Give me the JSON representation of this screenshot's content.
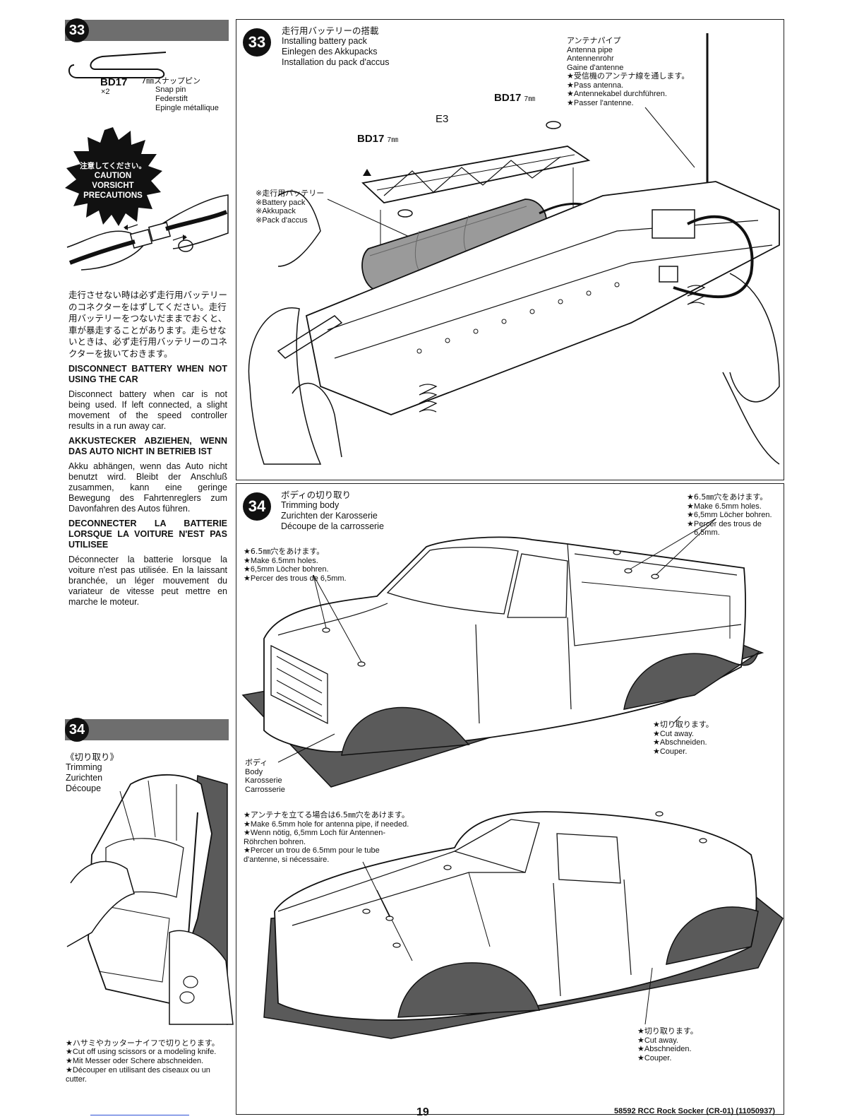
{
  "sidebar": {
    "step33": {
      "number": "33",
      "part": {
        "code": "BD17",
        "qty": "×2",
        "name_jp": "7㎜スナップピン",
        "name_en": "Snap pin",
        "name_de": "Federstift",
        "name_fr": "Epingle métallique"
      },
      "caution_badge": {
        "jp": "注意してください。",
        "en": "CAUTION",
        "de": "VORSICHT",
        "fr": "PRECAUTIONS"
      },
      "jp_text": "走行させない時は必ず走行用バッテリーのコネクターをはずしてください。走行用バッテリーをつないだままでおくと、車が暴走することがあります。走らせないときは、必ず走行用バッテリーのコネクターを抜いておきます。",
      "en_heading": "DISCONNECT BATTERY WHEN NOT USING THE CAR",
      "en_text": "Disconnect battery when car is not being used. If left connected, a slight movement of the speed controller results in a run away car.",
      "de_heading": "AKKUSTECKER ABZIEHEN, WENN DAS AUTO NICHT IN BETRIEB IST",
      "de_text": "Akku abhängen, wenn das Auto nicht benutzt wird. Bleibt der Anschluß zusammen, kann eine geringe Bewegung des Fahrtenreglers zum Davonfahren des Autos führen.",
      "fr_heading": "DECONNECTER LA BATTERIE LORSQUE LA VOITURE N'EST PAS UTILISEE",
      "fr_text": "Déconnecter la batterie lorsque la voiture n'est pas utilisée. En la laissant branchée, un léger mouvement du variateur de vitesse peut mettre en marche le moteur."
    },
    "step34": {
      "number": "34",
      "title_jp": "《切り取り》",
      "title_en": "Trimming",
      "title_de": "Zurichten",
      "title_fr": "Découpe",
      "note_jp": "★ハサミやカッターナイフで切りとります。",
      "note_en": "★Cut off using scissors or a modeling knife.",
      "note_de": "★Mit Messer oder Schere abschneiden.",
      "note_fr": "★Découper en utilisant des ciseaux ou un cutter."
    }
  },
  "panel33": {
    "number": "33",
    "title_jp": "走行用バッテリーの搭載",
    "title_en": "Installing battery pack",
    "title_de": "Einlegen des Akkupacks",
    "title_fr": "Installation du pack d'accus",
    "antenna": {
      "jp": "アンテナパイプ",
      "en": "Antenna pipe",
      "de": "Antennenrohr",
      "fr": "Gaine d'antenne",
      "note_jp": "★受信機のアンテナ線を通します。",
      "note_en": "★Pass antenna.",
      "note_de": "★Antennekabel durchführen.",
      "note_fr": "★Passer l'antenne."
    },
    "part_bd17_right": "BD17",
    "part_bd17_left": "BD17",
    "part_size": "7㎜",
    "part_e3": "E3",
    "battery": {
      "jp": "※走行用バッテリー",
      "en": "※Battery pack",
      "de": "※Akkupack",
      "fr": "※Pack d'accus"
    }
  },
  "panel34": {
    "number": "34",
    "title_jp": "ボディの切り取り",
    "title_en": "Trimming body",
    "title_de": "Zurichten der Karosserie",
    "title_fr": "Découpe de la carrosserie",
    "holes_right": {
      "jp": "★6.5㎜穴をあけます。",
      "en": "★Make 6.5mm holes.",
      "de": "★6,5mm Löcher bohren.",
      "fr1": "★Percer des trous de",
      "fr2": "6,5mm."
    },
    "holes_left": {
      "jp": "★6.5㎜穴をあけます。",
      "en": "★Make 6.5mm holes.",
      "de": "★6,5mm Löcher bohren.",
      "fr": "★Percer des trous de 6,5mm."
    },
    "cut_top": {
      "jp": "★切り取ります。",
      "en": "★Cut away.",
      "de": "★Abschneiden.",
      "fr": "★Couper."
    },
    "body": {
      "jp": "ボディ",
      "en": "Body",
      "de": "Karosserie",
      "fr": "Carrosserie"
    },
    "antenna_hole": {
      "jp": "★アンテナを立てる場合は6.5㎜穴をあけます。",
      "en": "★Make 6.5mm hole for antenna pipe, if needed.",
      "de1": "★Wenn nötig, 6,5mm Loch für Antennen-",
      "de2": "Röhrchen bohren.",
      "fr1": "★Percer un trou de 6.5mm pour le tube",
      "fr2": "d'antenne, si nécessaire."
    },
    "cut_bottom": {
      "jp": "★切り取ります。",
      "en": "★Cut away.",
      "de": "★Abschneiden.",
      "fr": "★Couper."
    }
  },
  "footer": {
    "page_number": "19",
    "doc_ref": "58592 RCC Rock Socker (CR-01) (11050937)"
  },
  "colors": {
    "header_bar": "#6e6e6e",
    "cut_area": "#5a5a5a",
    "ink": "#111111"
  }
}
